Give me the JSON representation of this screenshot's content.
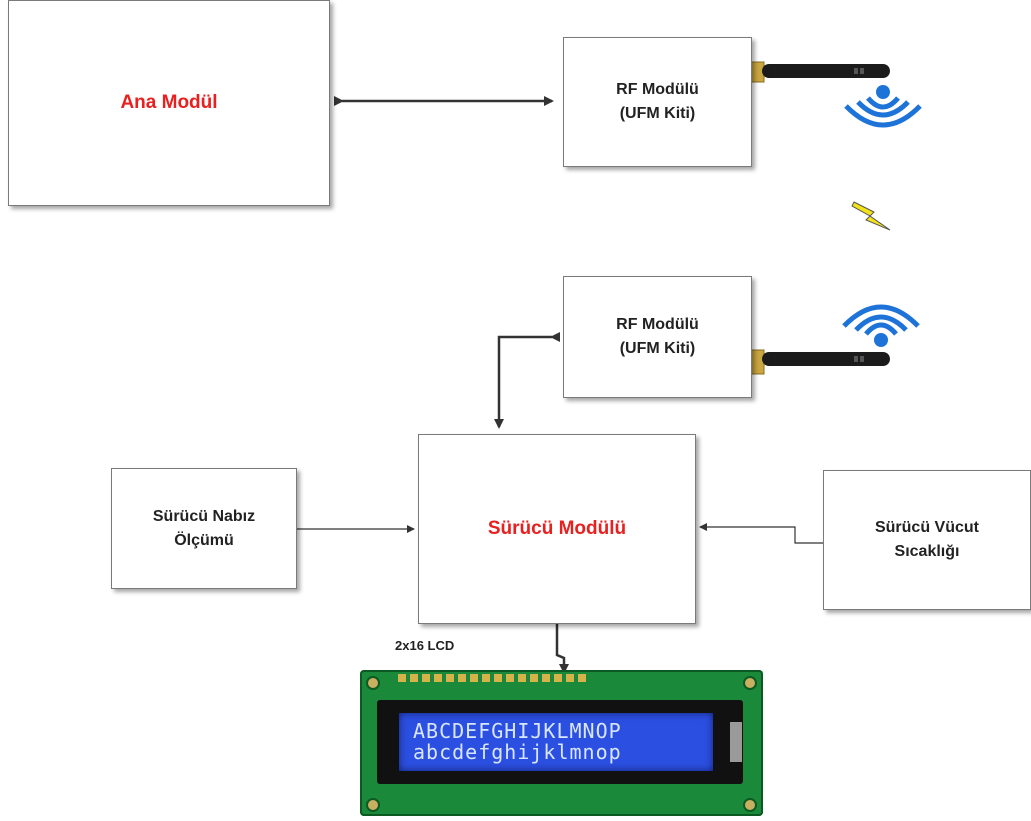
{
  "modules": {
    "ana": {
      "label": "Ana Modül"
    },
    "rf_top": {
      "line1": "RF Modülü",
      "line2": "(UFM Kiti)"
    },
    "rf_bottom": {
      "line1": "RF Modülü",
      "line2": "(UFM Kiti)"
    },
    "surucu": {
      "label": "Sürücü Modülü"
    },
    "nabiz": {
      "line1": "Sürücü Nabız",
      "line2": "Ölçümü"
    },
    "vucut": {
      "line1": "Sürücü Vücut",
      "line2": "Sıcaklığı"
    }
  },
  "lcd": {
    "label": "2x16 LCD",
    "row1": "ABCDEFGHIJKLMNOP",
    "row2": "abcdefghijklmnop"
  },
  "colors": {
    "accent_red": "#e8201f",
    "wireless_blue": "#1e73d9",
    "lightning_yellow": "#f2e21a",
    "lcd_screen": "#2b4fe0"
  },
  "icons": [
    "antenna-icon",
    "wifi-signal-icon",
    "lightning-icon"
  ]
}
